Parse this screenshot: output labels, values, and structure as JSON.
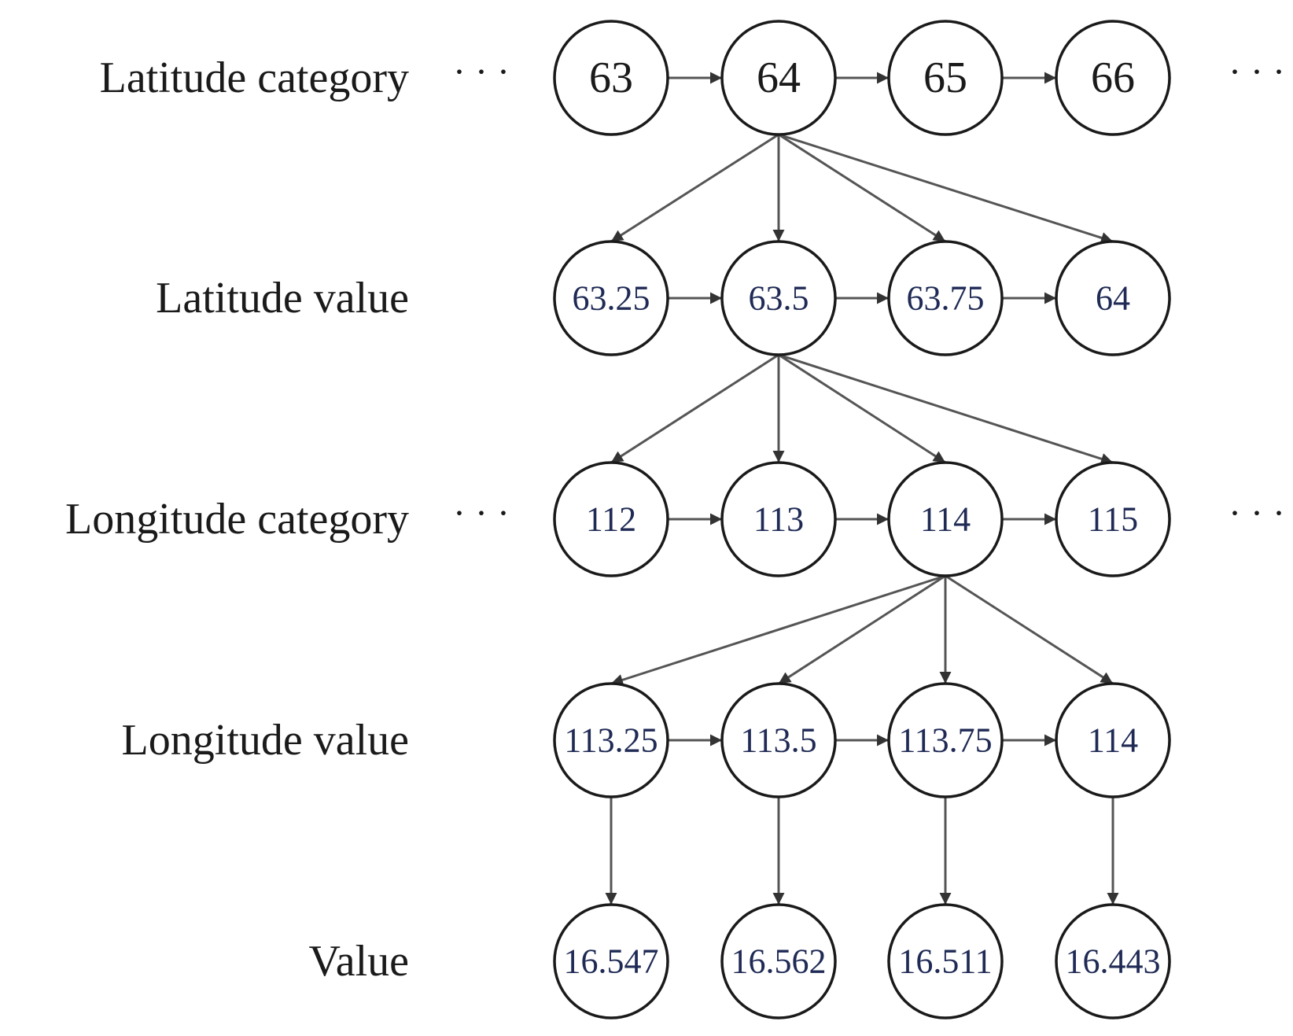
{
  "rows": [
    {
      "label": "Latitude category",
      "nodes": [
        "63",
        "64",
        "65",
        "66"
      ],
      "ellipsis": true
    },
    {
      "label": "Latitude value",
      "nodes": [
        "63.25",
        "63.5",
        "63.75",
        "64"
      ],
      "ellipsis": false
    },
    {
      "label": "Longitude category",
      "nodes": [
        "112",
        "113",
        "114",
        "115"
      ],
      "ellipsis": true
    },
    {
      "label": "Longitude value",
      "nodes": [
        "113.25",
        "113.5",
        "113.75",
        "114"
      ],
      "ellipsis": false
    },
    {
      "label": "Value",
      "nodes": [
        "16.547",
        "16.562",
        "16.511",
        "16.443"
      ],
      "ellipsis": false
    }
  ],
  "ellipsis_text": "· · ·",
  "links": {
    "chain_rows": [
      0,
      1,
      2,
      3
    ],
    "fanouts": [
      {
        "from_row": 0,
        "from_node": 1,
        "to_row": 1
      },
      {
        "from_row": 1,
        "from_node": 1,
        "to_row": 2
      },
      {
        "from_row": 2,
        "from_node": 2,
        "to_row": 3
      }
    ],
    "verticals": {
      "from_row": 3,
      "to_row": 4
    }
  },
  "colors": {
    "stroke": "#1a1a1a",
    "edge": "#555555",
    "node_text": "#1f2a55"
  }
}
